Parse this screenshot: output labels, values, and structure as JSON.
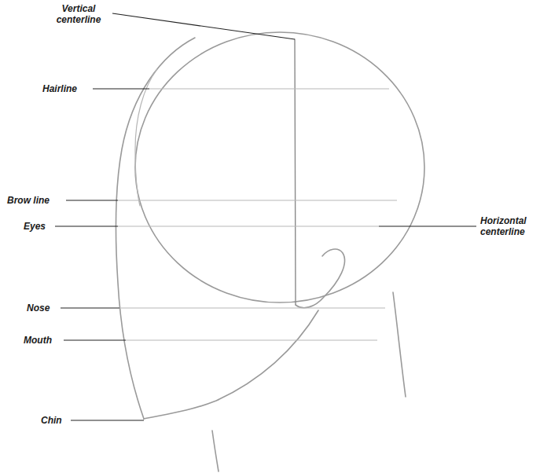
{
  "diagram": {
    "labels": [
      "Vertical centerline",
      "Hairline",
      "Brow line",
      "Eyes",
      "Horizontal centerline",
      "Nose",
      "Mouth",
      "Chin"
    ]
  }
}
